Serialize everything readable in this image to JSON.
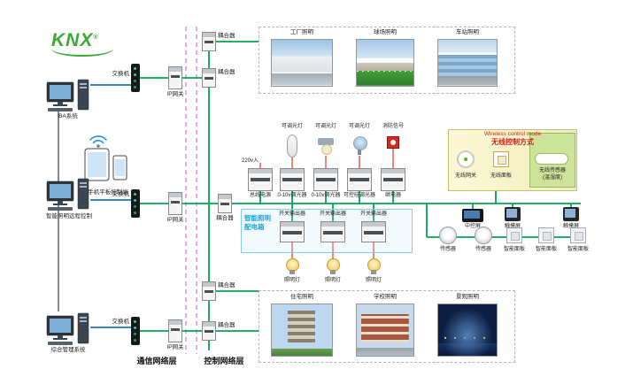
{
  "colors": {
    "bus_green": "#00a551",
    "ethernet_blue": "#1877c0",
    "layer_line_pink": "#f06ab8",
    "signal_red": "#e23520",
    "logo_green": "#3aaa35",
    "distribution_box_blue": "#1aa8d8",
    "wireless_title_red": "#cc2020"
  },
  "logo": {
    "text": "KNX",
    "reg": "®"
  },
  "left": {
    "pc1_label": "BA系统",
    "mobile_label": "手机平板控制端",
    "pc2_label": "智能照明远程控制",
    "pc3_label": "综合管理系统"
  },
  "network": {
    "switches": [
      "交换机",
      "交换机",
      "交换机"
    ],
    "gateways": [
      "IP网关",
      "IP网关",
      "IP网关"
    ],
    "couplers": [
      "耦合器",
      "耦合器",
      "耦合器",
      "耦合器",
      "耦合器"
    ]
  },
  "layers": {
    "comm": "通信网络层",
    "ctrl": "控制网络层"
  },
  "top_apps": [
    "工厂照明",
    "球场照明",
    "车站照明"
  ],
  "bottom_apps": [
    "住宅照明",
    "学校照明",
    "景观照明"
  ],
  "din_row": {
    "power_in": "220v入",
    "lamps": [
      "可调光灯",
      "可调光灯",
      "可调光灯"
    ],
    "fire": "消防信号",
    "modules": [
      "总线电源",
      "0-10v调光器",
      "0-10v调光器",
      "可控硅调光器",
      "继电器"
    ]
  },
  "dist_box": {
    "title1": "智能照明",
    "title2": "配电箱",
    "actuators": [
      "开关输出器",
      "开关输出器",
      "开关输出器"
    ],
    "lamps": [
      "照明灯",
      "照明灯",
      "照明灯"
    ]
  },
  "wireless": {
    "title_en": "Wireless control mode",
    "title_cn": "无线控制方式",
    "gateway": "无线网关",
    "panel": "无线面板",
    "sensor1": "无线传感器",
    "sensor2": "(温湿度)"
  },
  "right": {
    "screens": [
      "中控屏",
      "触摸屏",
      "触摸屏"
    ],
    "sensors": [
      "传感器",
      "传感器"
    ],
    "panels": [
      "智能面板",
      "智能面板",
      "智能面板"
    ]
  }
}
